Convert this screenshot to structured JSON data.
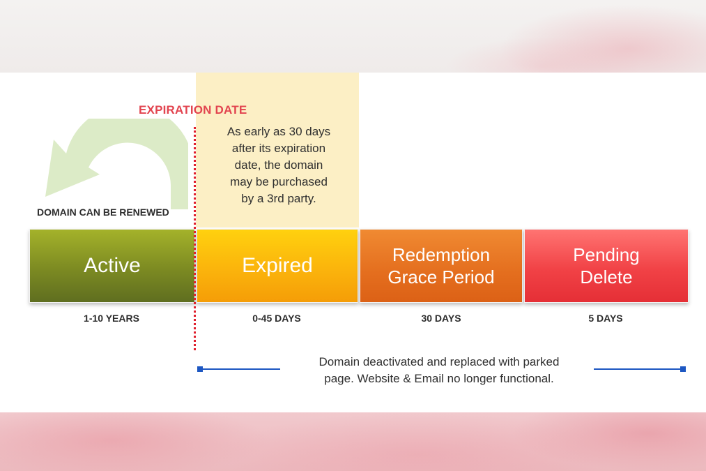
{
  "expiration_label": "EXPIRATION DATE",
  "note_lines": [
    "As early as 30 days",
    "after its expiration",
    "date, the domain",
    "may be purchased",
    "by a 3rd party."
  ],
  "renew_label": "DOMAIN CAN BE RENEWED",
  "stages": [
    {
      "lines": [
        "Active"
      ],
      "duration": "1-10 YEARS"
    },
    {
      "lines": [
        "Expired"
      ],
      "duration": "0-45 DAYS"
    },
    {
      "lines": [
        "Redemption",
        "Grace Period"
      ],
      "duration": "30 DAYS"
    },
    {
      "lines": [
        "Pending",
        "Delete"
      ],
      "duration": "5 DAYS"
    }
  ],
  "bottom_note_lines": [
    "Domain deactivated and replaced with parked",
    "page. Website & Email no longer functional."
  ],
  "colors": {
    "expiration_accent": "#e2444f",
    "renew_arrow": "#dcebc7",
    "deactivation_line": "#1d57c2"
  },
  "icons": {
    "renew_arrow": "curved-arrow-back-icon"
  }
}
